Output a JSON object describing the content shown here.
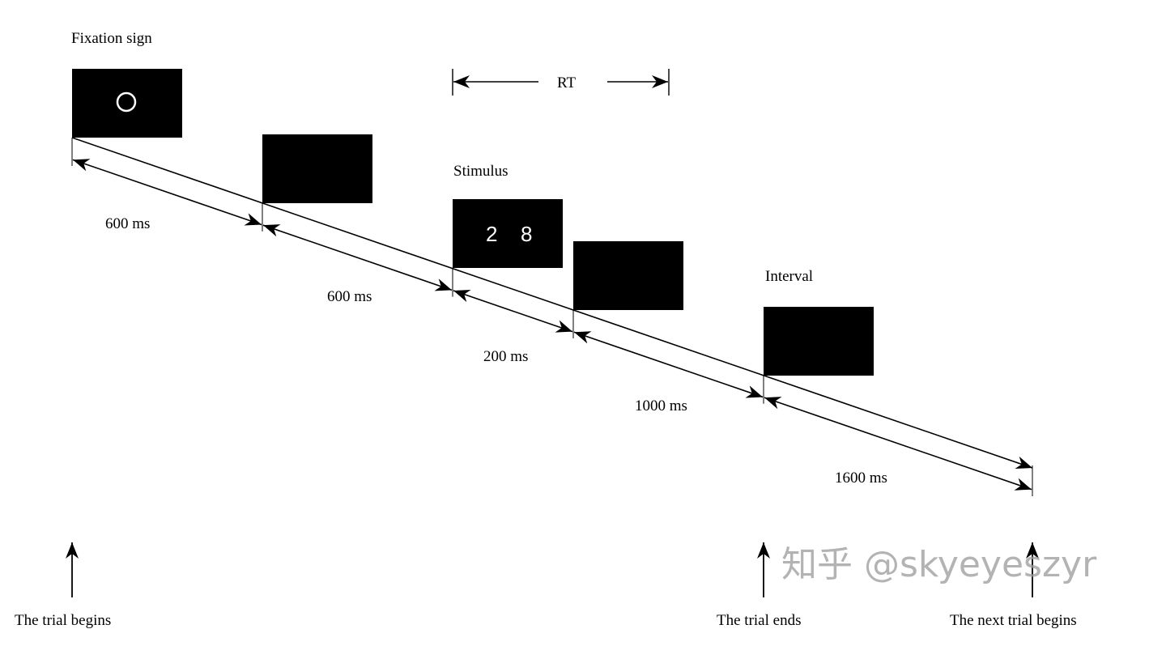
{
  "labels": {
    "fixation": "Fixation sign",
    "stimulus": "Stimulus",
    "interval": "Interval",
    "rt": "RT",
    "trial_begins": "The trial begins",
    "trial_ends": "The trial ends",
    "next_trial": "The next trial begins"
  },
  "stimulus_digits": [
    "2",
    "8"
  ],
  "durations": [
    "600 ms",
    "600 ms",
    "200 ms",
    "1000 ms",
    "1600 ms"
  ],
  "watermark": "知乎 @skyeyeszyr",
  "colors": {
    "screen": "#000000",
    "line": "#000000",
    "watermark": "#9a9a9a"
  }
}
